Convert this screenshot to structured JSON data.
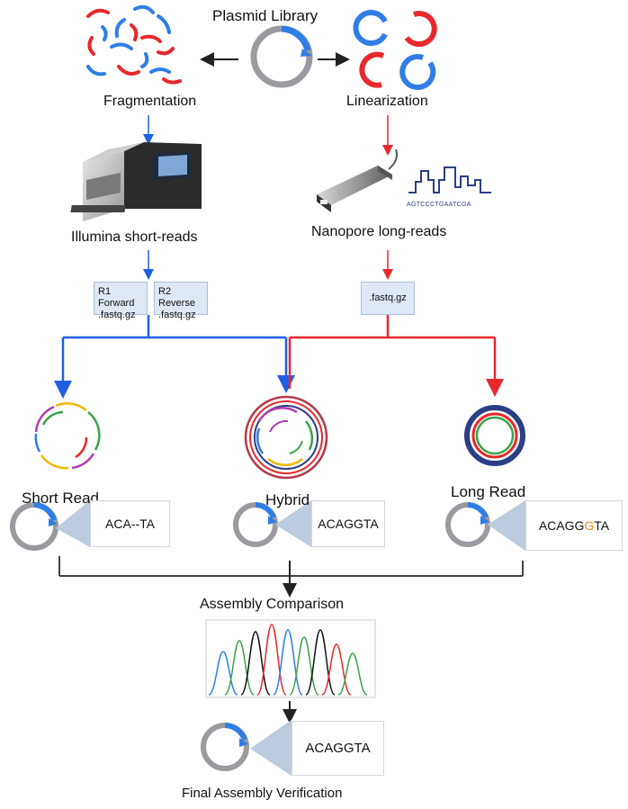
{
  "labels": {
    "plasmid_library": "Plasmid Library",
    "fragmentation": "Fragmentation",
    "linearization": "Linearization",
    "illumina": "Illumina short-reads",
    "nanopore": "Nanopore long-reads",
    "dna_sequence": "AGTCCCTGAATCGA",
    "short_read": "Short Read",
    "hybrid": "Hybrid",
    "long_read": "Long Read",
    "assembly_comparison": "Assembly Comparison",
    "final": "Final Assembly Verification"
  },
  "files": {
    "r1": [
      "R1",
      "Forward",
      ".fastq.gz"
    ],
    "r2": [
      "R2",
      "Reverse",
      ".fastq.gz"
    ],
    "nanopore": ".fastq.gz"
  },
  "sequences": {
    "short": "ACA--TA",
    "hybrid": "ACAGGTA",
    "long_pre": "ACAGG",
    "long_mismatch": "G",
    "long_post": "TA",
    "final": "ACAGGTA"
  },
  "colors": {
    "illumina_path": "#1f5fe0",
    "nanopore_path": "#e8282c",
    "plasmid_ring": "#9a9aa0",
    "plasmid_arc": "#2f7ee6",
    "mismatch": "#f08a1c"
  },
  "icons": [
    "plasmid-icon",
    "dna-fragments-icon",
    "linear-plasmid-icon",
    "sequencer-icon",
    "nanopore-device-icon",
    "signal-trace-icon",
    "chromatogram-icon"
  ]
}
